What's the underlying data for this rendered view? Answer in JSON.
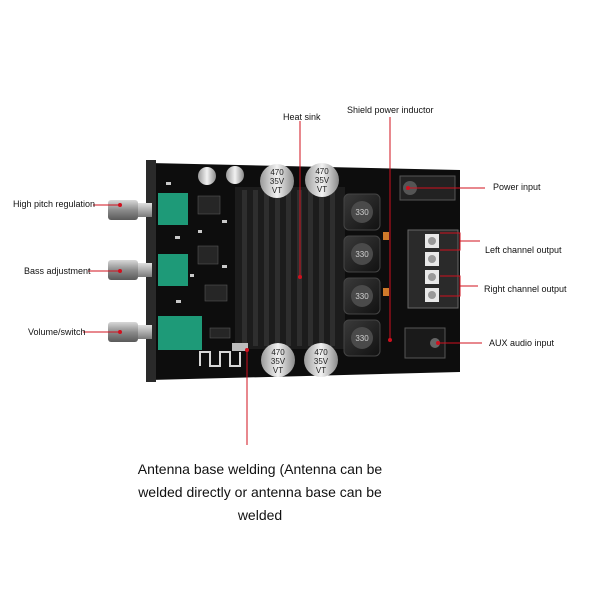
{
  "labels": {
    "heat_sink": "Heat sink",
    "shield_power_inductor": "Shield power inductor",
    "high_pitch_regulation": "High pitch regulation",
    "bass_adjustment": "Bass adjustment",
    "volume_switch": "Volume/switch",
    "power_input": "Power input",
    "left_channel_output": "Left channel output",
    "right_channel_output": "Right channel output",
    "aux_audio_input": "AUX audio input"
  },
  "caption": "Antenna base welding (Antenna can be welded directly or antenna base can be welded",
  "capacitor_markings": {
    "line1": "470",
    "line2": "35V",
    "line3": "VT"
  },
  "inductor_marking": "330",
  "colors": {
    "board": "#0d0d0d",
    "heatsink": "#1e1e1e",
    "potentiometer": "#1e9a78",
    "callout_line": "#d0101e",
    "knob": "#9a9a9a"
  }
}
